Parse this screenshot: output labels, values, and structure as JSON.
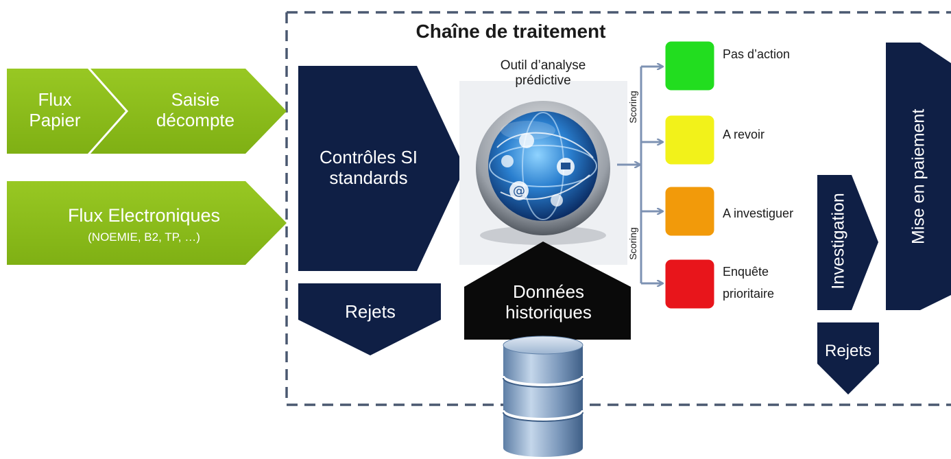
{
  "title": "Chaîne de traitement",
  "inputs": {
    "flux_papier": "Flux\nPapier",
    "saisie": "Saisie\ndécompte",
    "flux_electroniques": "Flux Electroniques",
    "flux_electroniques_sub": "(NOEMIE, B2, TP, …)"
  },
  "controles": "Contrôles SI\nstandards",
  "rejets_left": "Rejets",
  "outil": "Outil d’analyse\nprédictive",
  "donnees": "Données\nhistoriques",
  "scoring_top": "Scoring",
  "scoring_bottom": "Scoring",
  "outcomes": [
    {
      "label": "Pas d’action",
      "color": "#22dd1f"
    },
    {
      "label": "A revoir",
      "color": "#f2f21a"
    },
    {
      "label": "A investiguer",
      "color": "#f29a0a"
    },
    {
      "label": "Enquête\nprioritaire",
      "color": "#e8151b"
    }
  ],
  "investigation": "Investigation",
  "mise_en_paiement": "Mise en paiement",
  "rejets_right": "Rejets",
  "colors": {
    "green": "#8cbf1a",
    "navy": "#0f1f45",
    "black": "#0a0a0a",
    "connector": "#7d92b3",
    "border": "#4a5870"
  }
}
